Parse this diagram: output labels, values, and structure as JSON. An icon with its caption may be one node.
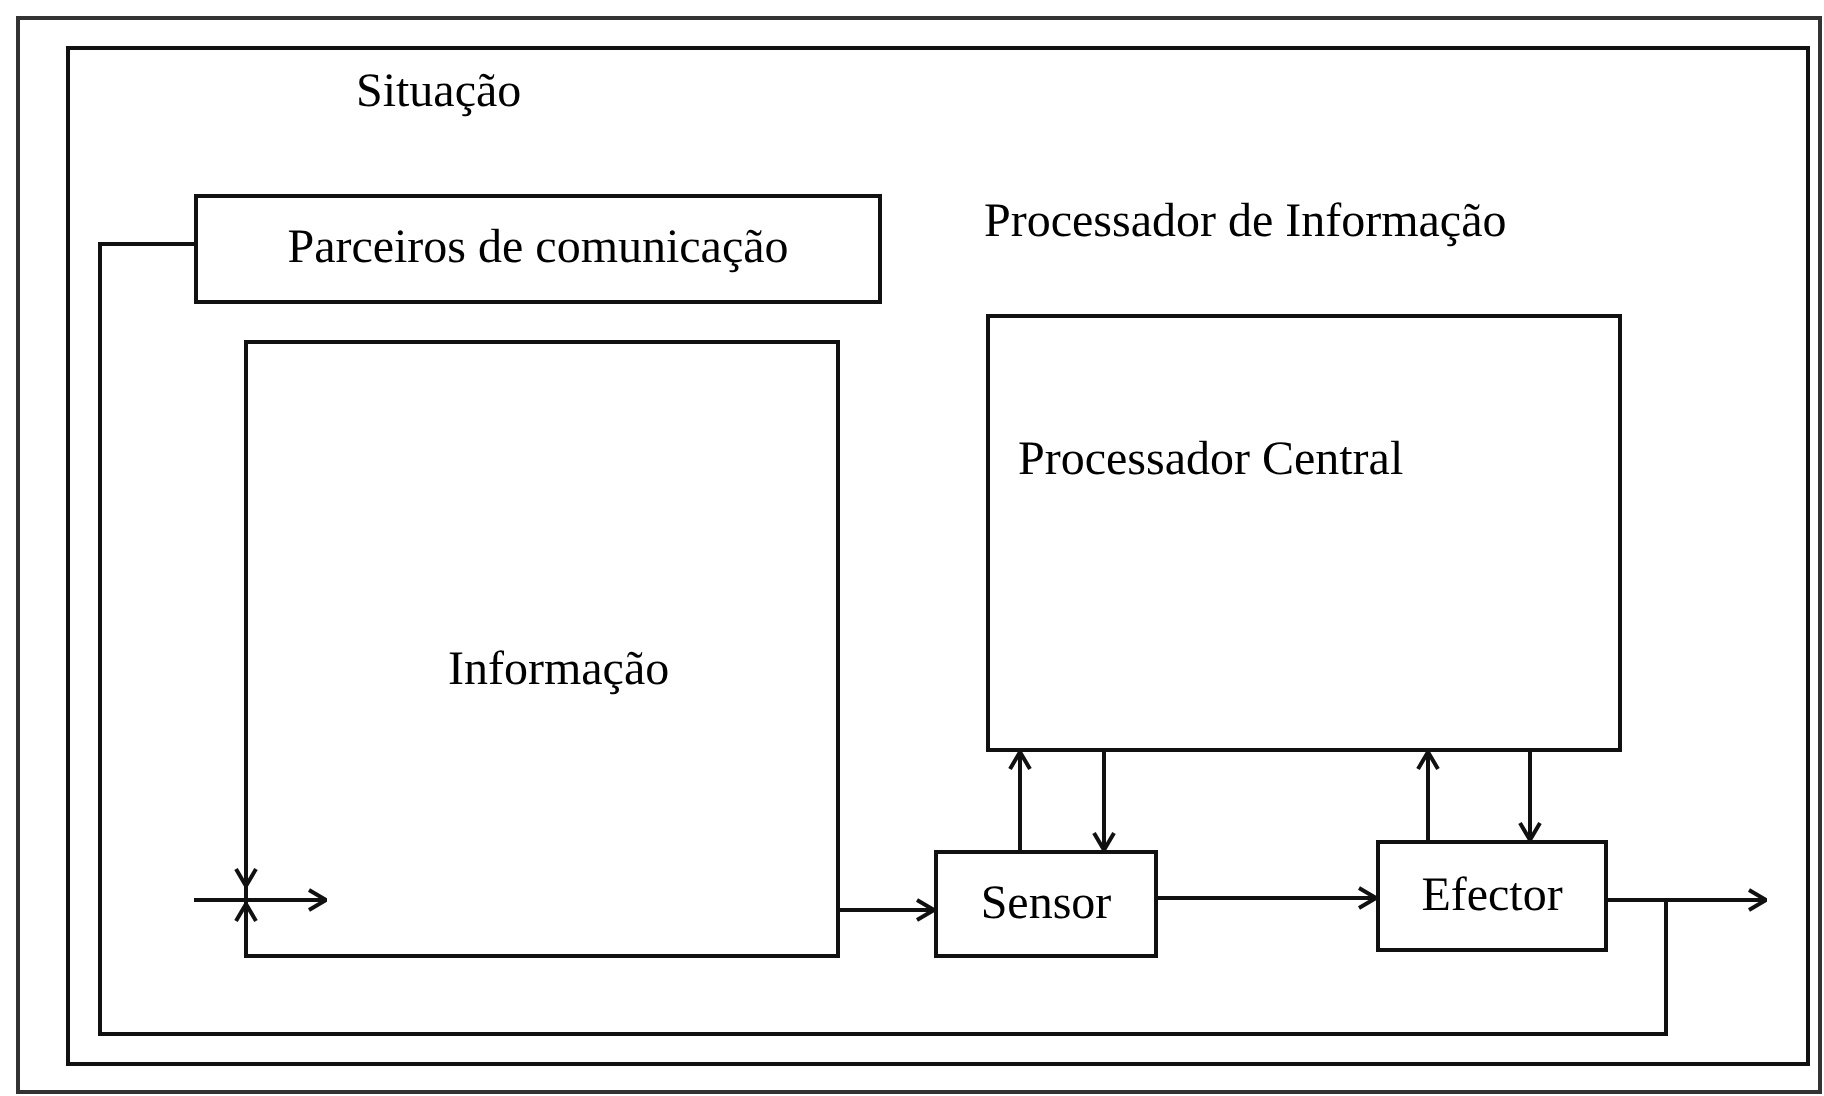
{
  "diagram": {
    "nodes": [
      {
        "text": [
          "Situação"
        ]
      },
      {
        "text": [
          "Parceiros de comunicação"
        ],
        "in": 0
      },
      {
        "text": [
          "Informação"
        ],
        "in": 0
      },
      {
        "text": [
          "Processador Central"
        ],
        "in": 0
      },
      {
        "text": [
          "Sensor"
        ],
        "in": 0
      },
      {
        "text": [
          "Efector"
        ],
        "in": 0
      }
    ],
    "edges": [
      {
        "from": 2,
        "to": 4,
        "arrow": "to"
      },
      {
        "from": 4,
        "to": 3,
        "arrow": "to"
      },
      {
        "from": 3,
        "to": 4,
        "arrow": "to"
      },
      {
        "from": 4,
        "to": 5,
        "arrow": "to"
      },
      {
        "from": 5,
        "to": 3,
        "arrow": "to"
      },
      {
        "from": 3,
        "to": 5,
        "arrow": "to"
      },
      {
        "from": 5,
        "to": null,
        "arrow": "to"
      },
      {
        "from": 5,
        "to": 1,
        "arrow": "none"
      }
    ],
    "labels": [
      "Processador de Informação"
    ]
  }
}
